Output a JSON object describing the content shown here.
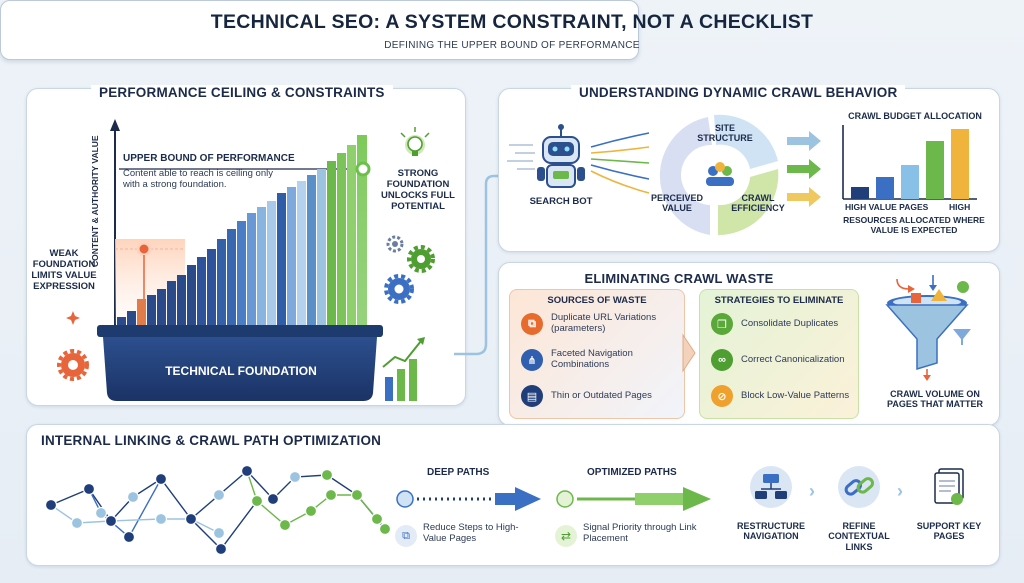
{
  "header": {
    "title": "TECHNICAL SEO: A SYSTEM CONSTRAINT, NOT A CHECKLIST",
    "subtitle": "DEFINING THE UPPER BOUND OF PERFORMANCE"
  },
  "ceiling": {
    "title": "PERFORMANCE CEILING & CONSTRAINTS",
    "y_axis_label": "CONTENT & AUTHORITY VALUE",
    "upper_bound_label": "UPPER BOUND OF PERFORMANCE",
    "upper_bound_note": "Content able to reach is ceiling only with a strong foundation.",
    "weak_label": "WEAK FOUNDATION LIMITS VALUE EXPRESSION",
    "strong_label": "STRONG FOUNDATION UNLOCKS FULL POTENTIAL",
    "foundation_label": "TECHNICAL FOUNDATION"
  },
  "crawl": {
    "title": "UNDERSTANDING DYNAMIC CRAWL BEHAVIOR",
    "bot_label": "SEARCH BOT",
    "cycle": {
      "top": "SITE STRUCTURE",
      "left": "PERCEIVED VALUE",
      "right": "CRAWL EFFICIENCY"
    },
    "budget": {
      "title": "CRAWL BUDGET ALLOCATION",
      "axis_left": "HIGH VALUE PAGES",
      "axis_right": "HIGH",
      "caption": "RESOURCES ALLOCATED WHERE VALUE IS EXPECTED",
      "bar_colors": [
        "#1f3e7a",
        "#3a6fc4",
        "#88c0e8",
        "#6cb84a",
        "#f0b43c"
      ]
    }
  },
  "waste": {
    "title": "ELIMINATING CRAWL WASTE",
    "sources_title": "SOURCES OF WASTE",
    "sources": [
      {
        "icon": "link-icon",
        "text": "Duplicate URL Variations (parameters)",
        "color": "#e66b2c"
      },
      {
        "icon": "nodes-icon",
        "text": "Faceted Navigation Combinations",
        "color": "#2f5fae"
      },
      {
        "icon": "document-icon",
        "text": "Thin or Outdated Pages",
        "color": "#1f3e7a"
      }
    ],
    "strategies_title": "STRATEGIES TO ELIMINATE",
    "strategies": [
      {
        "icon": "copy-icon",
        "text": "Consolidate Duplicates",
        "color": "#5aa83a"
      },
      {
        "icon": "link-icon",
        "text": "Correct Canonicalization",
        "color": "#4e9e31"
      },
      {
        "icon": "block-icon",
        "text": "Block Low-Value Patterns",
        "color": "#f0a02c"
      }
    ],
    "funnel_caption": "CRAWL VOLUME ON PAGES THAT MATTER"
  },
  "linking": {
    "title": "INTERNAL LINKING & CRAWL PATH OPTIMIZATION",
    "deep_label": "DEEP PATHS",
    "deep_note": "Reduce Steps to High-Value Pages",
    "optimized_label": "OPTIMIZED PATHS",
    "optimized_note": "Signal Priority through Link Placement",
    "steps": [
      {
        "icon": "sitemap-icon",
        "label": "RESTRUCTURE NAVIGATION"
      },
      {
        "icon": "chain-icon",
        "label": "REFINE CONTEXTUAL LINKS"
      },
      {
        "icon": "pages-icon",
        "label": "SUPPORT KEY PAGES"
      }
    ]
  }
}
